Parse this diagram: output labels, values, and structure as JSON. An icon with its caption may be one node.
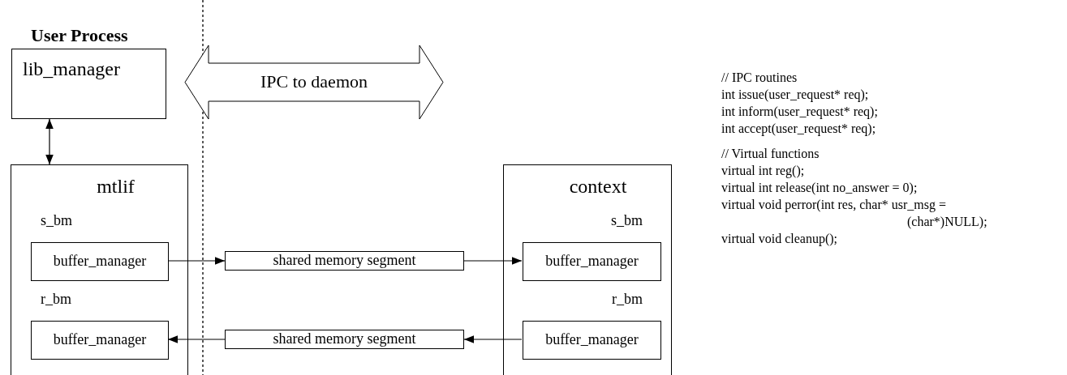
{
  "diagram": {
    "title": "User Process",
    "nodes": [
      {
        "text": [
          "lib_manager"
        ]
      },
      {
        "text": [
          "IPC to daemon"
        ]
      },
      {
        "text": [
          "mtlif"
        ]
      },
      {
        "text": [
          "buffer_manager"
        ],
        "in": 2,
        "beside": [
          "s_bm"
        ]
      },
      {
        "text": [
          "buffer_manager"
        ],
        "in": 2,
        "beside": [
          "r_bm"
        ]
      },
      {
        "text": [
          "shared memory segment"
        ]
      },
      {
        "text": [
          "shared memory segment"
        ]
      },
      {
        "text": [
          "context"
        ]
      },
      {
        "text": [
          "buffer_manager"
        ],
        "in": 7,
        "beside": [
          "s_bm"
        ]
      },
      {
        "text": [
          "buffer_manager"
        ],
        "in": 7,
        "beside": [
          "r_bm"
        ]
      }
    ],
    "edges": [
      {
        "from": 0,
        "to": 2,
        "arrow": "both"
      },
      {
        "from": 3,
        "to": 5,
        "arrow": "to"
      },
      {
        "from": 5,
        "to": 8,
        "arrow": "to"
      },
      {
        "from": 9,
        "to": 6,
        "arrow": "to"
      },
      {
        "from": 6,
        "to": 4,
        "arrow": "to"
      }
    ],
    "labels": [
      "// IPC routines",
      "int issue(user_request* req);",
      "int inform(user_request* req);",
      "int accept(user_request* req);",
      "// Virtual functions",
      "virtual int reg();",
      "virtual int release(int no_answer = 0);",
      "virtual void perror(int res, char* usr_msg = (char*)NULL);",
      "virtual void cleanup();"
    ]
  }
}
